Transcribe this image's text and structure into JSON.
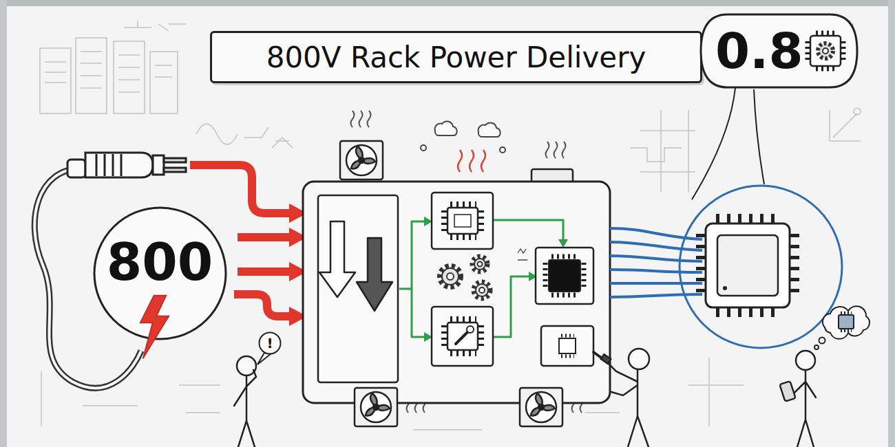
{
  "diagram": {
    "title": "800V Rack Power Delivery",
    "nodes": [
      {
        "text": [
          "800"
        ]
      },
      {
        "text": [
          "0.8"
        ]
      },
      {
        "text": [
          "!"
        ]
      }
    ]
  }
}
